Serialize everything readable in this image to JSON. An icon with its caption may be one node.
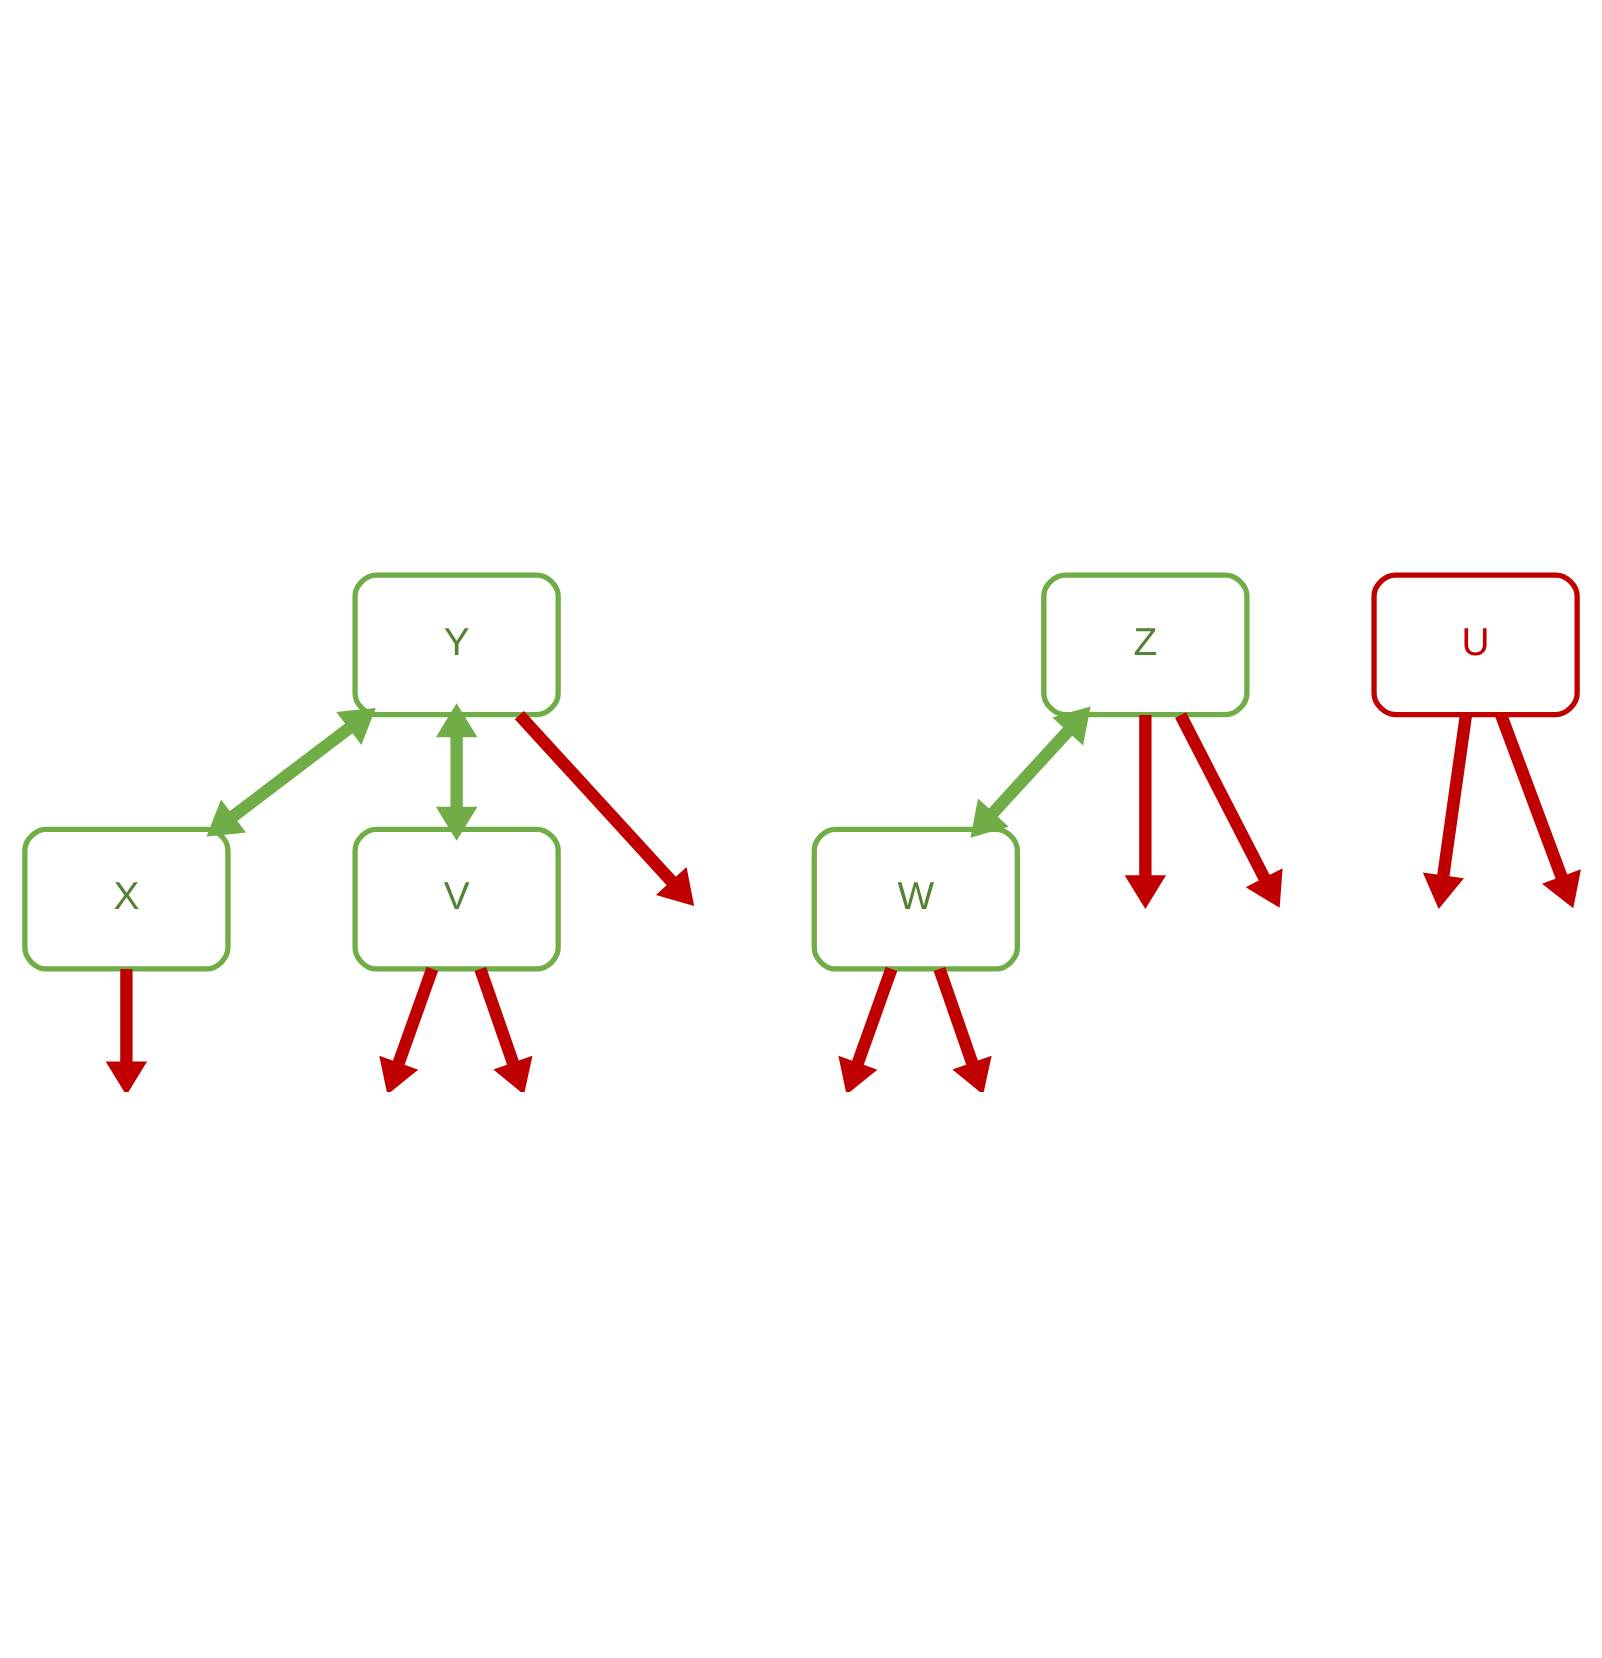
{
  "diagram": {
    "nodes": [
      {
        "text": [
          "X"
        ]
      },
      {
        "text": [
          "Y"
        ]
      },
      {
        "text": [
          "Z"
        ]
      },
      {
        "text": [
          "V"
        ]
      },
      {
        "text": [
          "W"
        ]
      },
      {
        "text": [
          "U"
        ]
      }
    ],
    "edges": [
      {
        "from": 1,
        "to": 0,
        "arrow": "both",
        "color": "#70ad47"
      },
      {
        "from": 0,
        "to": null,
        "arrow": "to"
      },
      {
        "from": 2,
        "to": null,
        "arrow": "to"
      },
      {
        "from": 1,
        "to": null,
        "arrow": "to"
      },
      {
        "from": 2,
        "to": null,
        "arrow": "to"
      },
      {
        "from": 1,
        "to": 3,
        "arrow": "both",
        "color": "#70ad47"
      },
      {
        "from": 2,
        "to": 4,
        "arrow": "both",
        "color": "#70ad47"
      },
      {
        "from": 3,
        "to": null,
        "arrow": "to"
      },
      {
        "from": 4,
        "to": null,
        "arrow": "to"
      },
      {
        "from": 3,
        "to": null,
        "arrow": "to"
      },
      {
        "from": 5,
        "to": null,
        "arrow": "to"
      },
      {
        "from": 5,
        "to": null,
        "arrow": "to"
      },
      {
        "from": 4,
        "to": null,
        "arrow": "to"
      }
    ]
  }
}
